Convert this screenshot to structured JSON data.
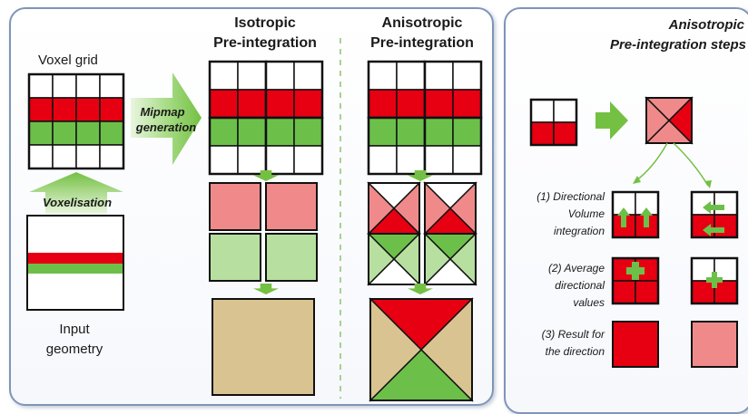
{
  "colors": {
    "red": "#e60012",
    "light_red": "#f08a8a",
    "green": "#6cc04a",
    "light_green": "#b7e0a0",
    "tan": "#d9c391",
    "arrow_green": "#74c043",
    "panel_border": "#7f95b8",
    "divider": "#8cc46c"
  },
  "left": {
    "voxel_grid_label": "Voxel grid",
    "mipmap_label_1": "Mipmap",
    "mipmap_label_2": "generation",
    "voxelisation_label": "Voxelisation",
    "input_geometry_1": "Input",
    "input_geometry_2": "geometry",
    "isotropic_1": "Isotropic",
    "isotropic_2": "Pre-integration",
    "anisotropic_1": "Anisotropic",
    "anisotropic_2": "Pre-integration"
  },
  "right": {
    "title_1": "Anisotropic",
    "title_2": "Pre-integration steps",
    "step1_1": "(1) Directional",
    "step1_2": "Volume",
    "step1_3": "integration",
    "step2_1": "(2) Average",
    "step2_2": "directional",
    "step2_3": "values",
    "step3_1": "(3) Result for",
    "step3_2": "the direction"
  }
}
